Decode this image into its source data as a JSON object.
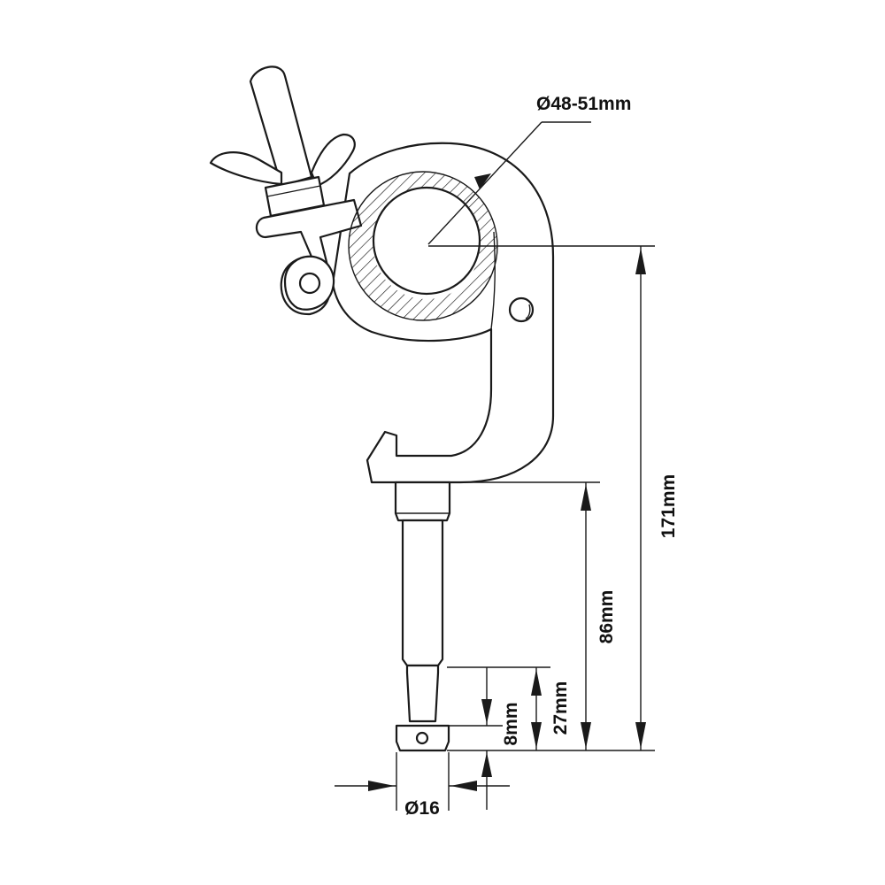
{
  "dimensions": {
    "tube_diameter": "Ø48-51mm",
    "overall_height": "171mm",
    "spigot_length": "86mm",
    "tip_length": "27mm",
    "groove_width": "8mm",
    "spigot_diameter": "Ø16"
  },
  "colors": {
    "line": "#1a1a1a",
    "hatch": "#1a1a1a",
    "background": "#ffffff"
  }
}
